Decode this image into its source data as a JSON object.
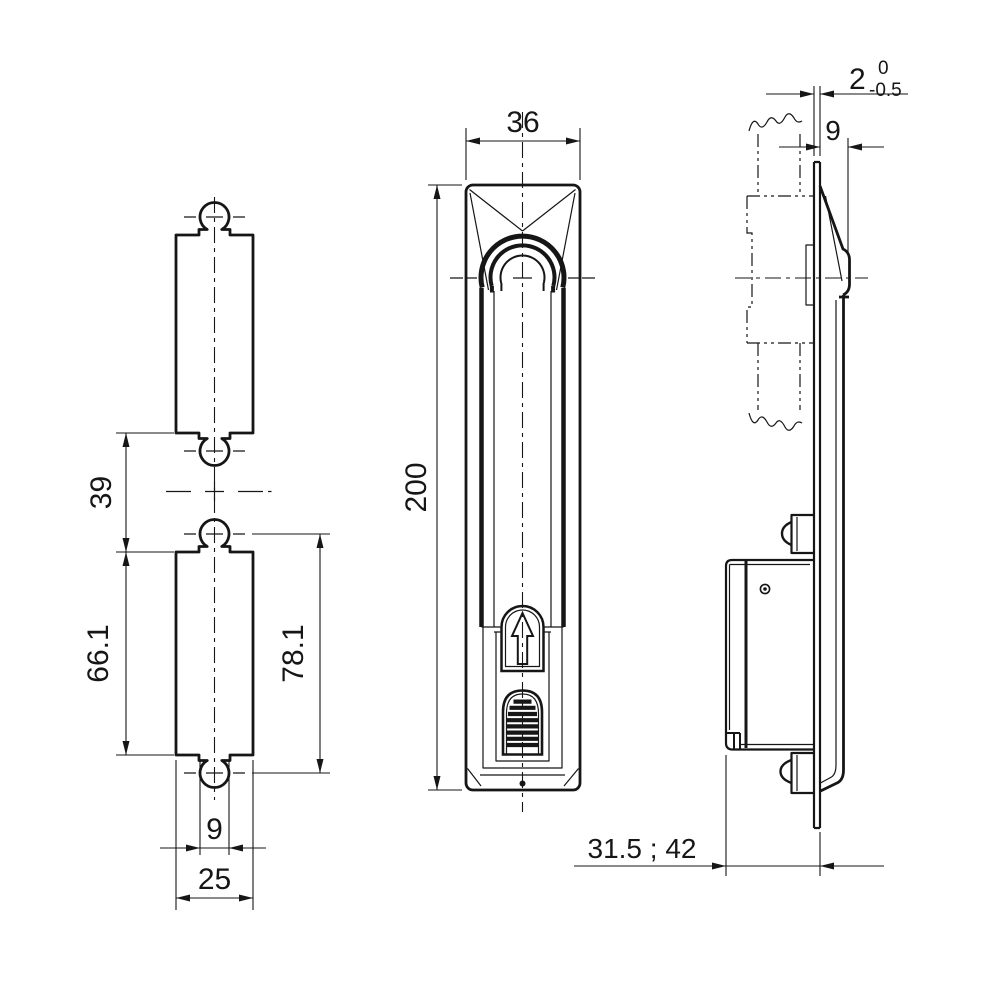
{
  "cutout": {
    "gap": "39",
    "slot_height": "66.1",
    "total_height": "78.1",
    "tab_width": "9",
    "width": "25"
  },
  "front": {
    "width": "36",
    "height": "200"
  },
  "side": {
    "thickness": "2",
    "thickness_tol_upper": "0",
    "thickness_tol_lower": "-0.5",
    "projection": "9",
    "depth": "31.5 ; 42"
  },
  "colors": {
    "line": "#161616",
    "background": "#ffffff"
  }
}
